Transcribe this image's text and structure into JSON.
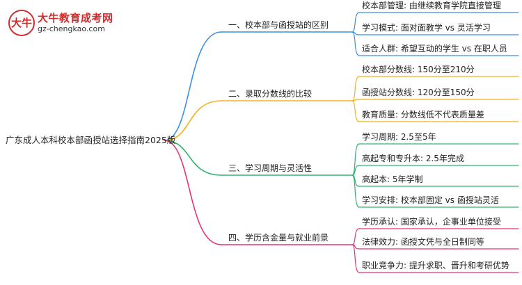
{
  "logo": {
    "title": "大牛教育成考网",
    "url": "gz-chengkao.com",
    "badge_glyph": "大牛"
  },
  "root": {
    "label": "广东成人本科校本部函授站选择指南2025版"
  },
  "branches": [
    {
      "label": "一、校本部与函授站的区别",
      "color": "#3d8fe0",
      "leaves": [
        "校本部管理: 由继续教育学院直接管理",
        "学习模式: 面对面教学 vs 灵活学习",
        "适合人群: 希望互动的学生 vs 在职人员"
      ]
    },
    {
      "label": "二、录取分数线的比较",
      "color": "#f2b21b",
      "leaves": [
        "校本部分数线: 150分至210分",
        "函授站分数线: 120分至150分",
        "教育质量: 分数线低不代表质量差"
      ]
    },
    {
      "label": "三、学习周期与灵活性",
      "color": "#2db36b",
      "leaves": [
        "学习周期: 2.5至5年",
        "高起专和专升本: 2.5年完成",
        "高起本: 5年学制",
        "学习安排: 校本部固定 vs 函授站灵活"
      ]
    },
    {
      "label": "四、学历含金量与就业前景",
      "color": "#e8336f",
      "leaves": [
        "学历承认: 国家承认，企事业单位接受",
        "法律效力: 函授文凭与全日制同等",
        "职业竞争力: 提升求职、晋升和考研优势"
      ]
    }
  ]
}
